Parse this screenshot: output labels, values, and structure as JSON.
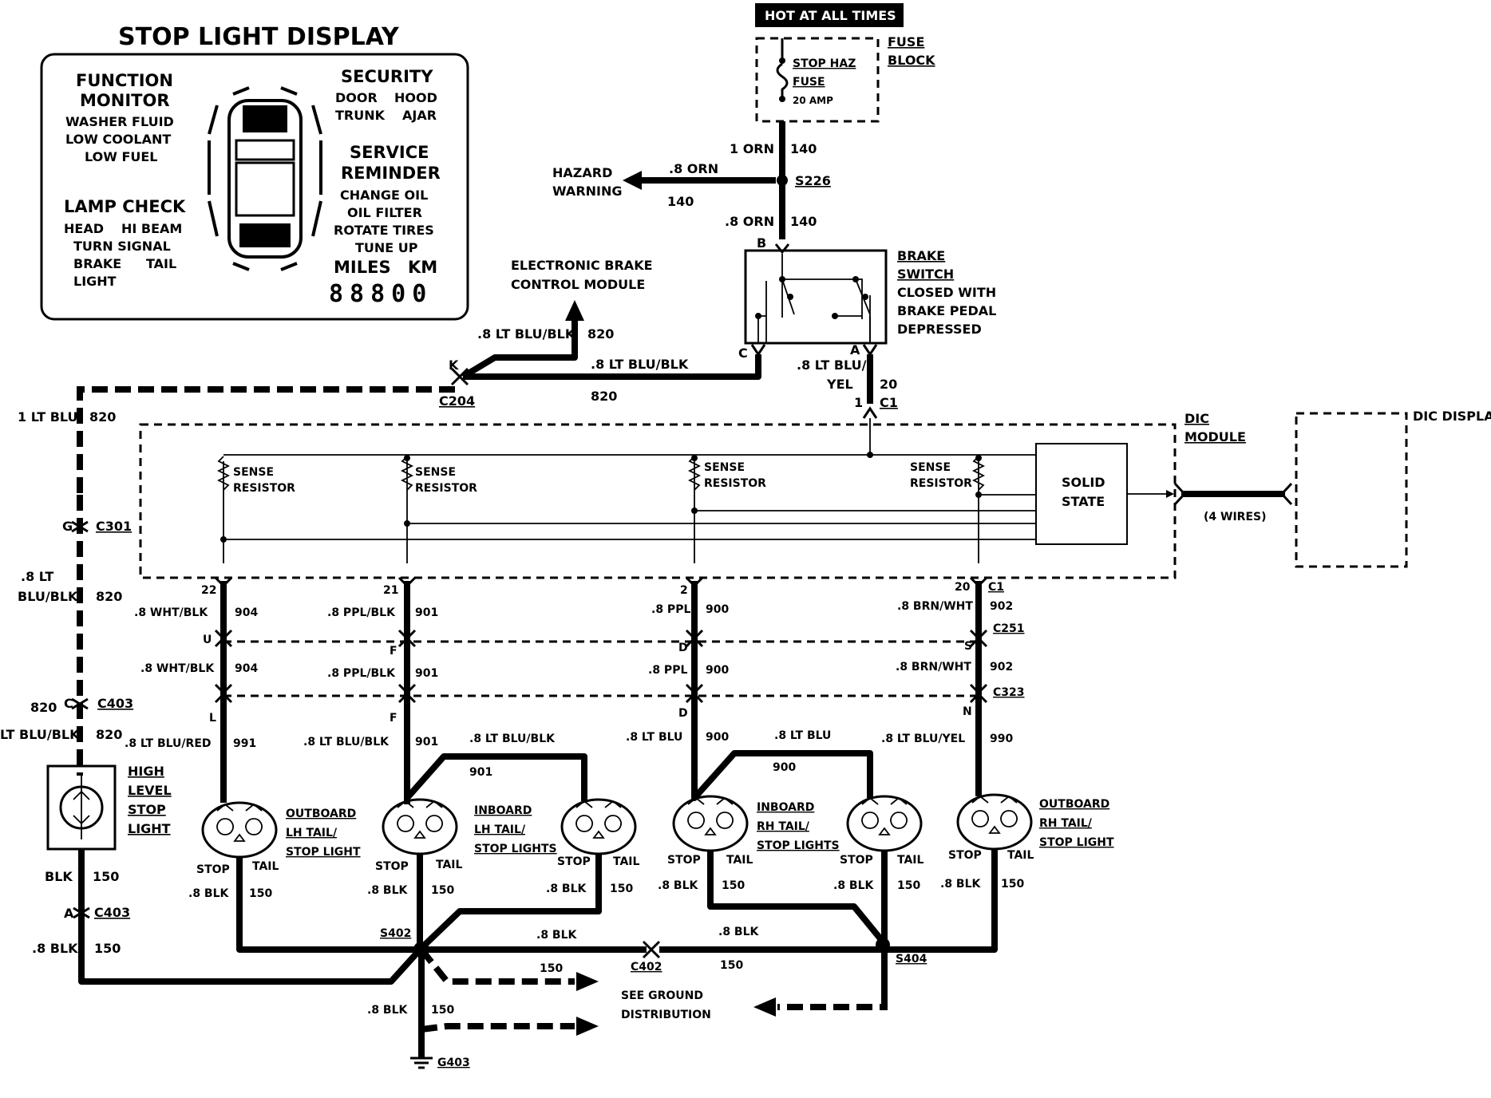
{
  "title": "STOP LIGHT DISPLAY",
  "panel": {
    "function_monitor": [
      "FUNCTION",
      "MONITOR",
      "WASHER FLUID",
      "LOW COOLANT",
      "LOW FUEL"
    ],
    "lamp_check": [
      "LAMP CHECK",
      "HEAD",
      "HI BEAM",
      "TURN SIGNAL",
      "BRAKE",
      "TAIL",
      "LIGHT"
    ],
    "security": [
      "SECURITY",
      "DOOR",
      "HOOD",
      "TRUNK",
      "AJAR"
    ],
    "service": [
      "SERVICE",
      "REMINDER",
      "CHANGE OIL",
      "OIL FILTER",
      "ROTATE TIRES",
      "TUNE UP"
    ],
    "miles": "MILES",
    "km": "KM",
    "odometer": "88800"
  },
  "power": {
    "hot": "HOT AT ALL TIMES",
    "fuse_block": [
      "FUSE",
      "BLOCK"
    ],
    "fuse": [
      "STOP HAZ",
      "FUSE",
      "20 AMP"
    ],
    "w1": "1 ORN",
    "c1": "140",
    "w2": ".8 ORN",
    "c2": "140",
    "splice": "S226",
    "hazard": [
      "HAZARD",
      "WARNING"
    ],
    "w3": ".8 ORN",
    "c3": "140"
  },
  "brake_switch": {
    "label": [
      "BRAKE",
      "SWITCH",
      "CLOSED WITH",
      "BRAKE PEDAL",
      "DEPRESSED"
    ],
    "pin_b": "B",
    "pin_c": "C",
    "pin_a": "A",
    "out_w": ".8 LT BLU/",
    "out_w2": "YEL",
    "out_c": "20",
    "c1_pin": "1",
    "c1": "C1"
  },
  "ebcm": {
    "label": [
      "ELECTRONIC BRAKE",
      "CONTROL MODULE"
    ],
    "w1": ".8 LT BLU/BLK",
    "c1": "820",
    "w2": ".8 LT BLU/BLK",
    "c2": "820",
    "pin": "K",
    "conn": "C204"
  },
  "left_feed": {
    "w1": "1 LT BLU",
    "c1": "820",
    "c301_pin": "G",
    "c301": "C301",
    "w2": [
      ".8 LT",
      "BLU/BLK"
    ],
    "c2": "820",
    "c403_circ": "820",
    "c403_pin": "C",
    "c403": "C403",
    "w3": "LT BLU/BLK",
    "c3": "820",
    "high_level": [
      "HIGH",
      "LEVEL",
      "STOP",
      "LIGHT"
    ],
    "gnd_w": "BLK",
    "gnd_c": "150",
    "gnd_pin": "A",
    "gnd_conn": "C403",
    "gnd_w2": ".8 BLK",
    "gnd_c2": "150"
  },
  "dic": {
    "module": [
      "DIC",
      "MODULE"
    ],
    "display": "DIC DISPLAY",
    "sense": [
      "SENSE",
      "RESISTOR"
    ],
    "solid": [
      "SOLID",
      "STATE"
    ],
    "wires": "(4 WIRES)"
  },
  "circuits": [
    {
      "pin": "22",
      "w1": ".8 WHT/BLK",
      "c1": "904",
      "p251": "U",
      "w2": ".8 WHT/BLK",
      "c2": "904",
      "p323": "L",
      "w3": ".8 LT BLU/RED",
      "c3": "991"
    },
    {
      "pin": "21",
      "w1": ".8 PPL/BLK",
      "c1": "901",
      "p251": "F",
      "w2": ".8 PPL/BLK",
      "c2": "901",
      "p323": "F",
      "w3": ".8 LT BLU/BLK",
      "c3": "901"
    },
    {
      "pin": "2",
      "w1": ".8 PPL",
      "c1": "900",
      "p251": "D",
      "w2": ".8 PPL",
      "c2": "900",
      "p323": "D",
      "w3": ".8 LT BLU",
      "c3": "900"
    },
    {
      "pin": "20",
      "w1": ".8 BRN/WHT",
      "c1": "902",
      "p251": "S",
      "w2": ".8 BRN/WHT",
      "c2": "902",
      "p323": "N",
      "w3": ".8 LT BLU/YEL",
      "c3": "990"
    }
  ],
  "connectors": {
    "c1": "C1",
    "c251": "C251",
    "c323": "C323"
  },
  "jumpers": {
    "lh_w": ".8 LT BLU/BLK",
    "lh_c": "901",
    "rh_w": ".8 LT BLU",
    "rh_c": "900"
  },
  "lamps": {
    "outboard_lh": [
      "OUTBOARD",
      "LH TAIL/",
      "STOP LIGHT"
    ],
    "inboard_lh": [
      "INBOARD",
      "LH TAIL/",
      "STOP LIGHTS"
    ],
    "inboard_rh": [
      "INBOARD",
      "RH TAIL/",
      "STOP LIGHTS"
    ],
    "outboard_rh": [
      "OUTBOARD",
      "RH TAIL/",
      "STOP LIGHT"
    ],
    "stop": "STOP",
    "tail": "TAIL"
  },
  "ground": {
    "blk": ".8 BLK",
    "c150": "150",
    "s402": "S402",
    "s404": "S404",
    "c402": "C402",
    "g403": "G403",
    "see": [
      "SEE GROUND",
      "DISTRIBUTION"
    ]
  }
}
